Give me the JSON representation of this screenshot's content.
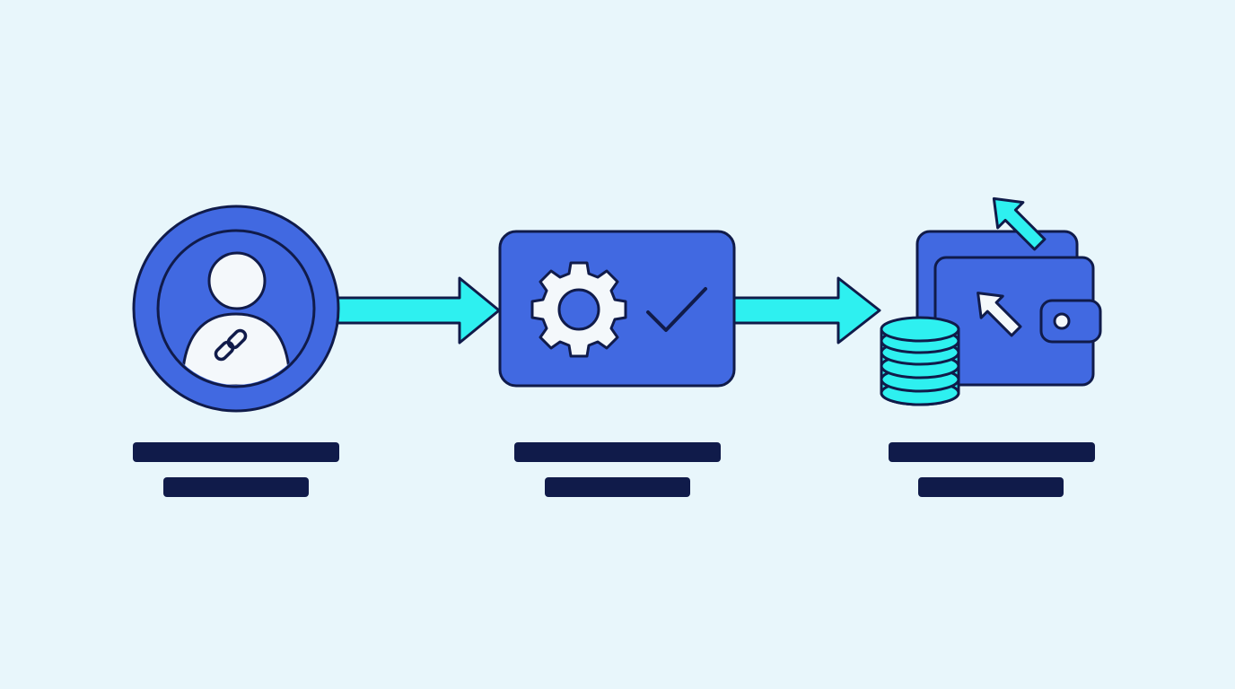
{
  "diagram": {
    "steps": [
      {
        "id": "referral-account",
        "icon": "user-link-icon",
        "caption_lines": 2
      },
      {
        "id": "processing",
        "icon": "gear-check-icon",
        "caption_lines": 2
      },
      {
        "id": "payout-wallet",
        "icon": "wallet-coins-icon",
        "caption_lines": 2
      }
    ],
    "connectors": [
      {
        "from": "referral-account",
        "to": "processing",
        "icon": "arrow-right-icon"
      },
      {
        "from": "processing",
        "to": "payout-wallet",
        "icon": "arrow-right-icon"
      }
    ]
  },
  "colors": {
    "background": "#e8f6fb",
    "primary_blue": "#4169e1",
    "outline_navy": "#101b4a",
    "accent_cyan": "#2ef0f0",
    "light_fill": "#f4f8fb"
  }
}
